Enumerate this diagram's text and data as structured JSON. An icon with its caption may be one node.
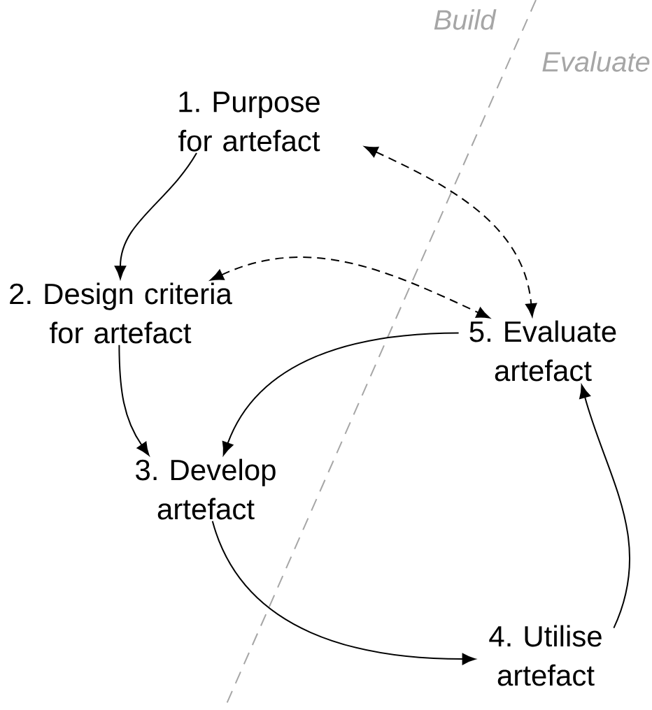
{
  "diagram": {
    "nodes": [
      {
        "text": [
          "1. Purpose for artefact"
        ]
      },
      {
        "text": [
          "2. Design criteria for artefact"
        ]
      },
      {
        "text": [
          "3. Develop artefact"
        ]
      },
      {
        "text": [
          "4. Utilise artefact"
        ]
      },
      {
        "text": [
          "5. Evaluate artefact"
        ]
      }
    ],
    "edges": [
      {
        "from": 0,
        "to": 1,
        "arrow": "to"
      },
      {
        "from": 1,
        "to": 2,
        "arrow": "to"
      },
      {
        "from": 4,
        "to": 2,
        "arrow": "to"
      },
      {
        "from": 2,
        "to": 3,
        "arrow": "to"
      },
      {
        "from": 3,
        "to": 4,
        "arrow": "to"
      },
      {
        "from": 0,
        "to": 4,
        "arrow": "both",
        "style": "dashed"
      },
      {
        "from": 1,
        "to": 4,
        "arrow": "both",
        "style": "dashed"
      }
    ],
    "labels": [
      "Build",
      "Evaluate"
    ]
  }
}
